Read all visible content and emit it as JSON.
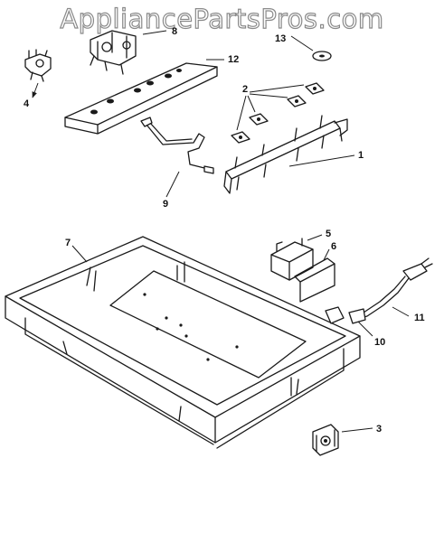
{
  "watermark": "AppliancePartsPros.com",
  "callouts": [
    "1",
    "2",
    "3",
    "4",
    "5",
    "6",
    "7",
    "8",
    "9",
    "10",
    "11",
    "12",
    "13"
  ]
}
